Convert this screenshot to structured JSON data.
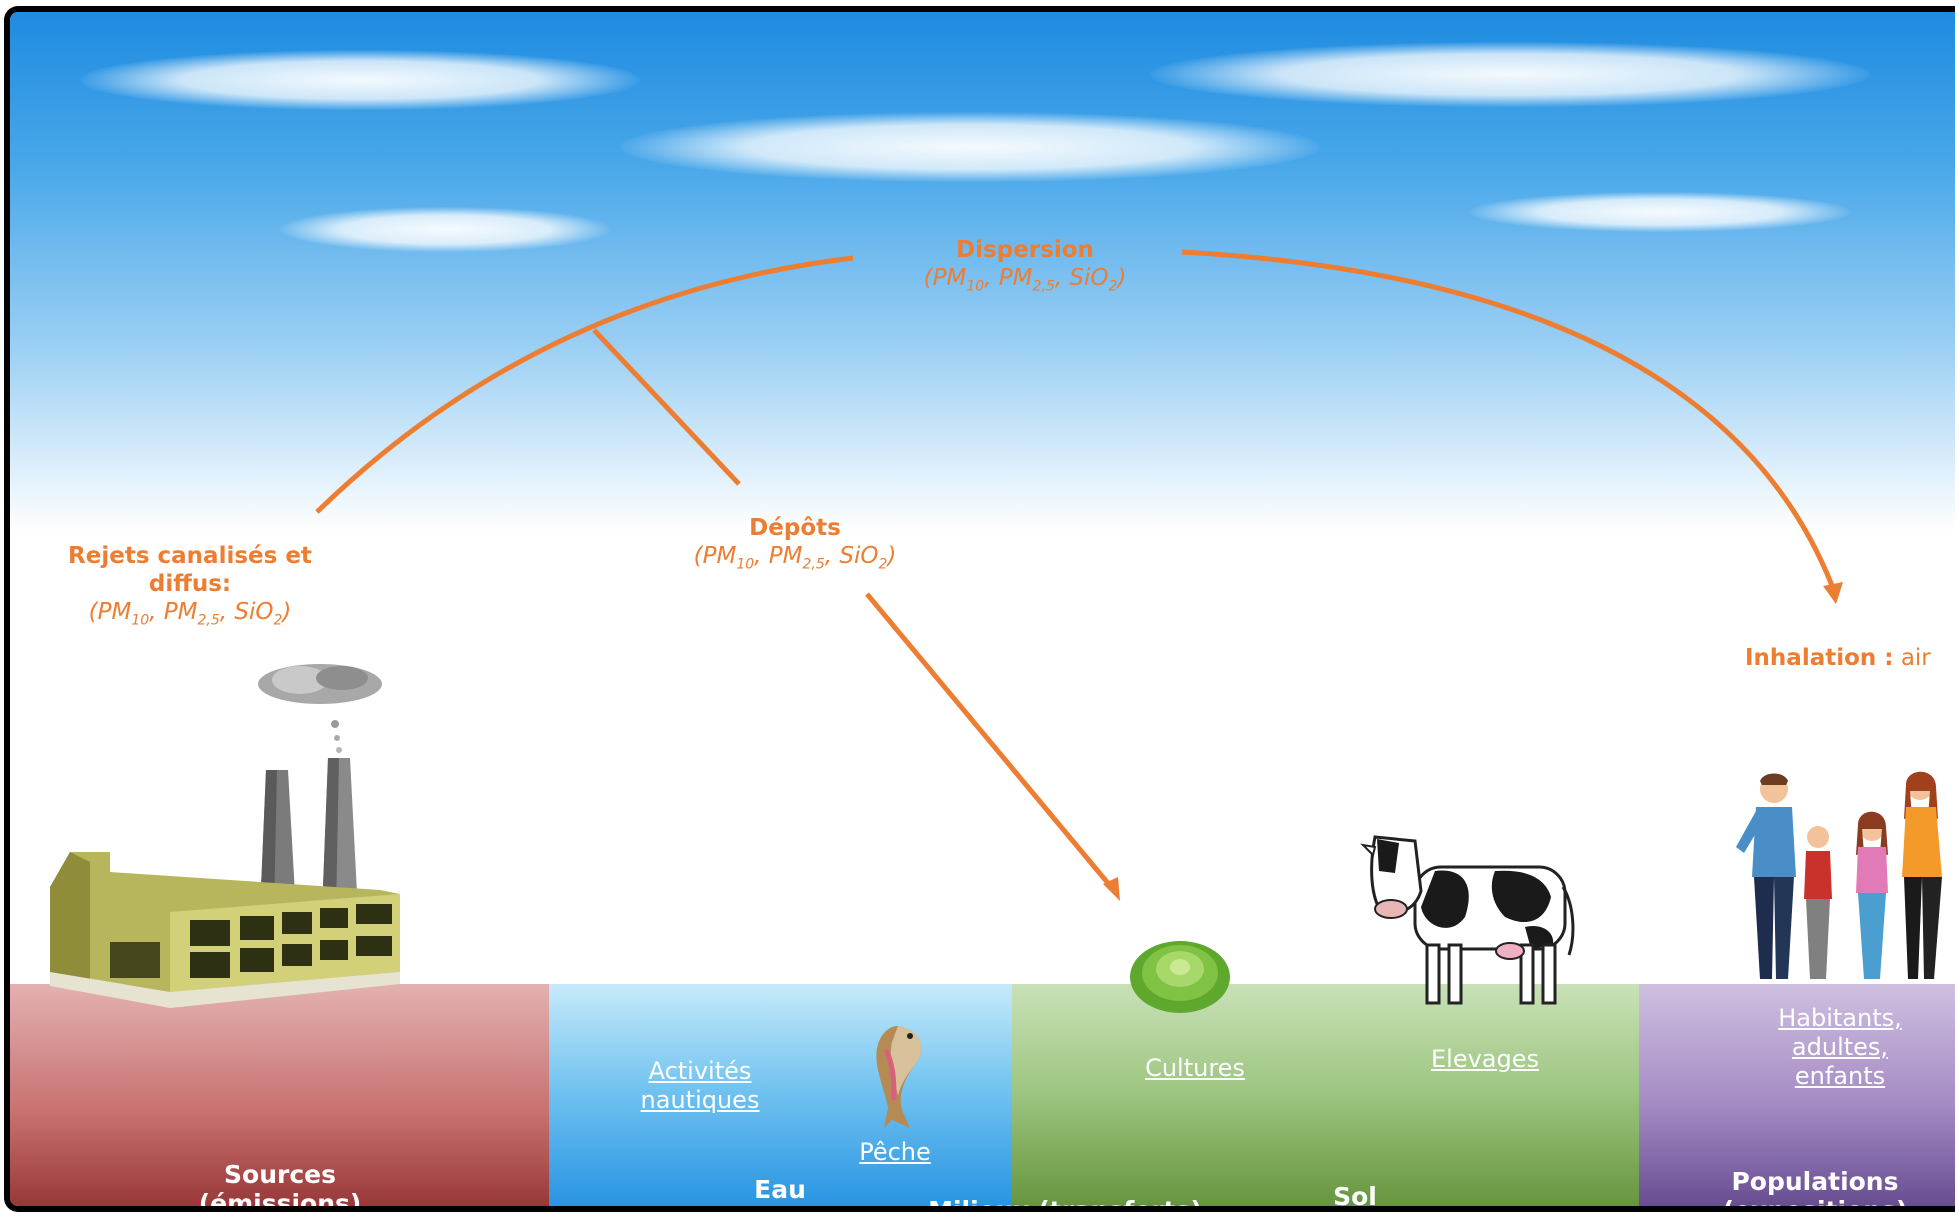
{
  "labels": {
    "dispersion": "Dispersion",
    "depots": "Dépôts",
    "rejets_line1": "Rejets canalisés et",
    "rejets_line2": "diffus:",
    "formula_pm": "PM",
    "formula_sub10": "10",
    "formula_sub25": "2,5",
    "formula_sio": "SiO",
    "formula_sub2": "2",
    "inhalation": "Inhalation :",
    "inhalation_media": "air"
  },
  "bands": {
    "sources": {
      "title_line1": "Sources",
      "title_line2": "(émissions)"
    },
    "eau": {
      "title": "Eau",
      "link_activites_line1": "Activités",
      "link_activites_line2": "nautiques",
      "link_peche": "Pêche"
    },
    "sol": {
      "title": "Sol",
      "link_cultures": "Cultures",
      "link_elevages": "Elevages"
    },
    "milieux": {
      "title": "Milieux (transferts)"
    },
    "populations": {
      "title_line1": "Populations",
      "title_line2": "(expositions)",
      "link_line1": "Habitants,",
      "link_line2": "adultes,",
      "link_line3": "enfants"
    }
  },
  "colors": {
    "arrow": "#ec7d31",
    "sources": "#c66f6e",
    "eau": "#6fc2f0",
    "sol": "#9dc681",
    "populations": "#a48bc4"
  },
  "icons": [
    "cloud-icon",
    "factory-icon",
    "fish-icon",
    "lettuce-icon",
    "cow-icon",
    "family-icon"
  ]
}
